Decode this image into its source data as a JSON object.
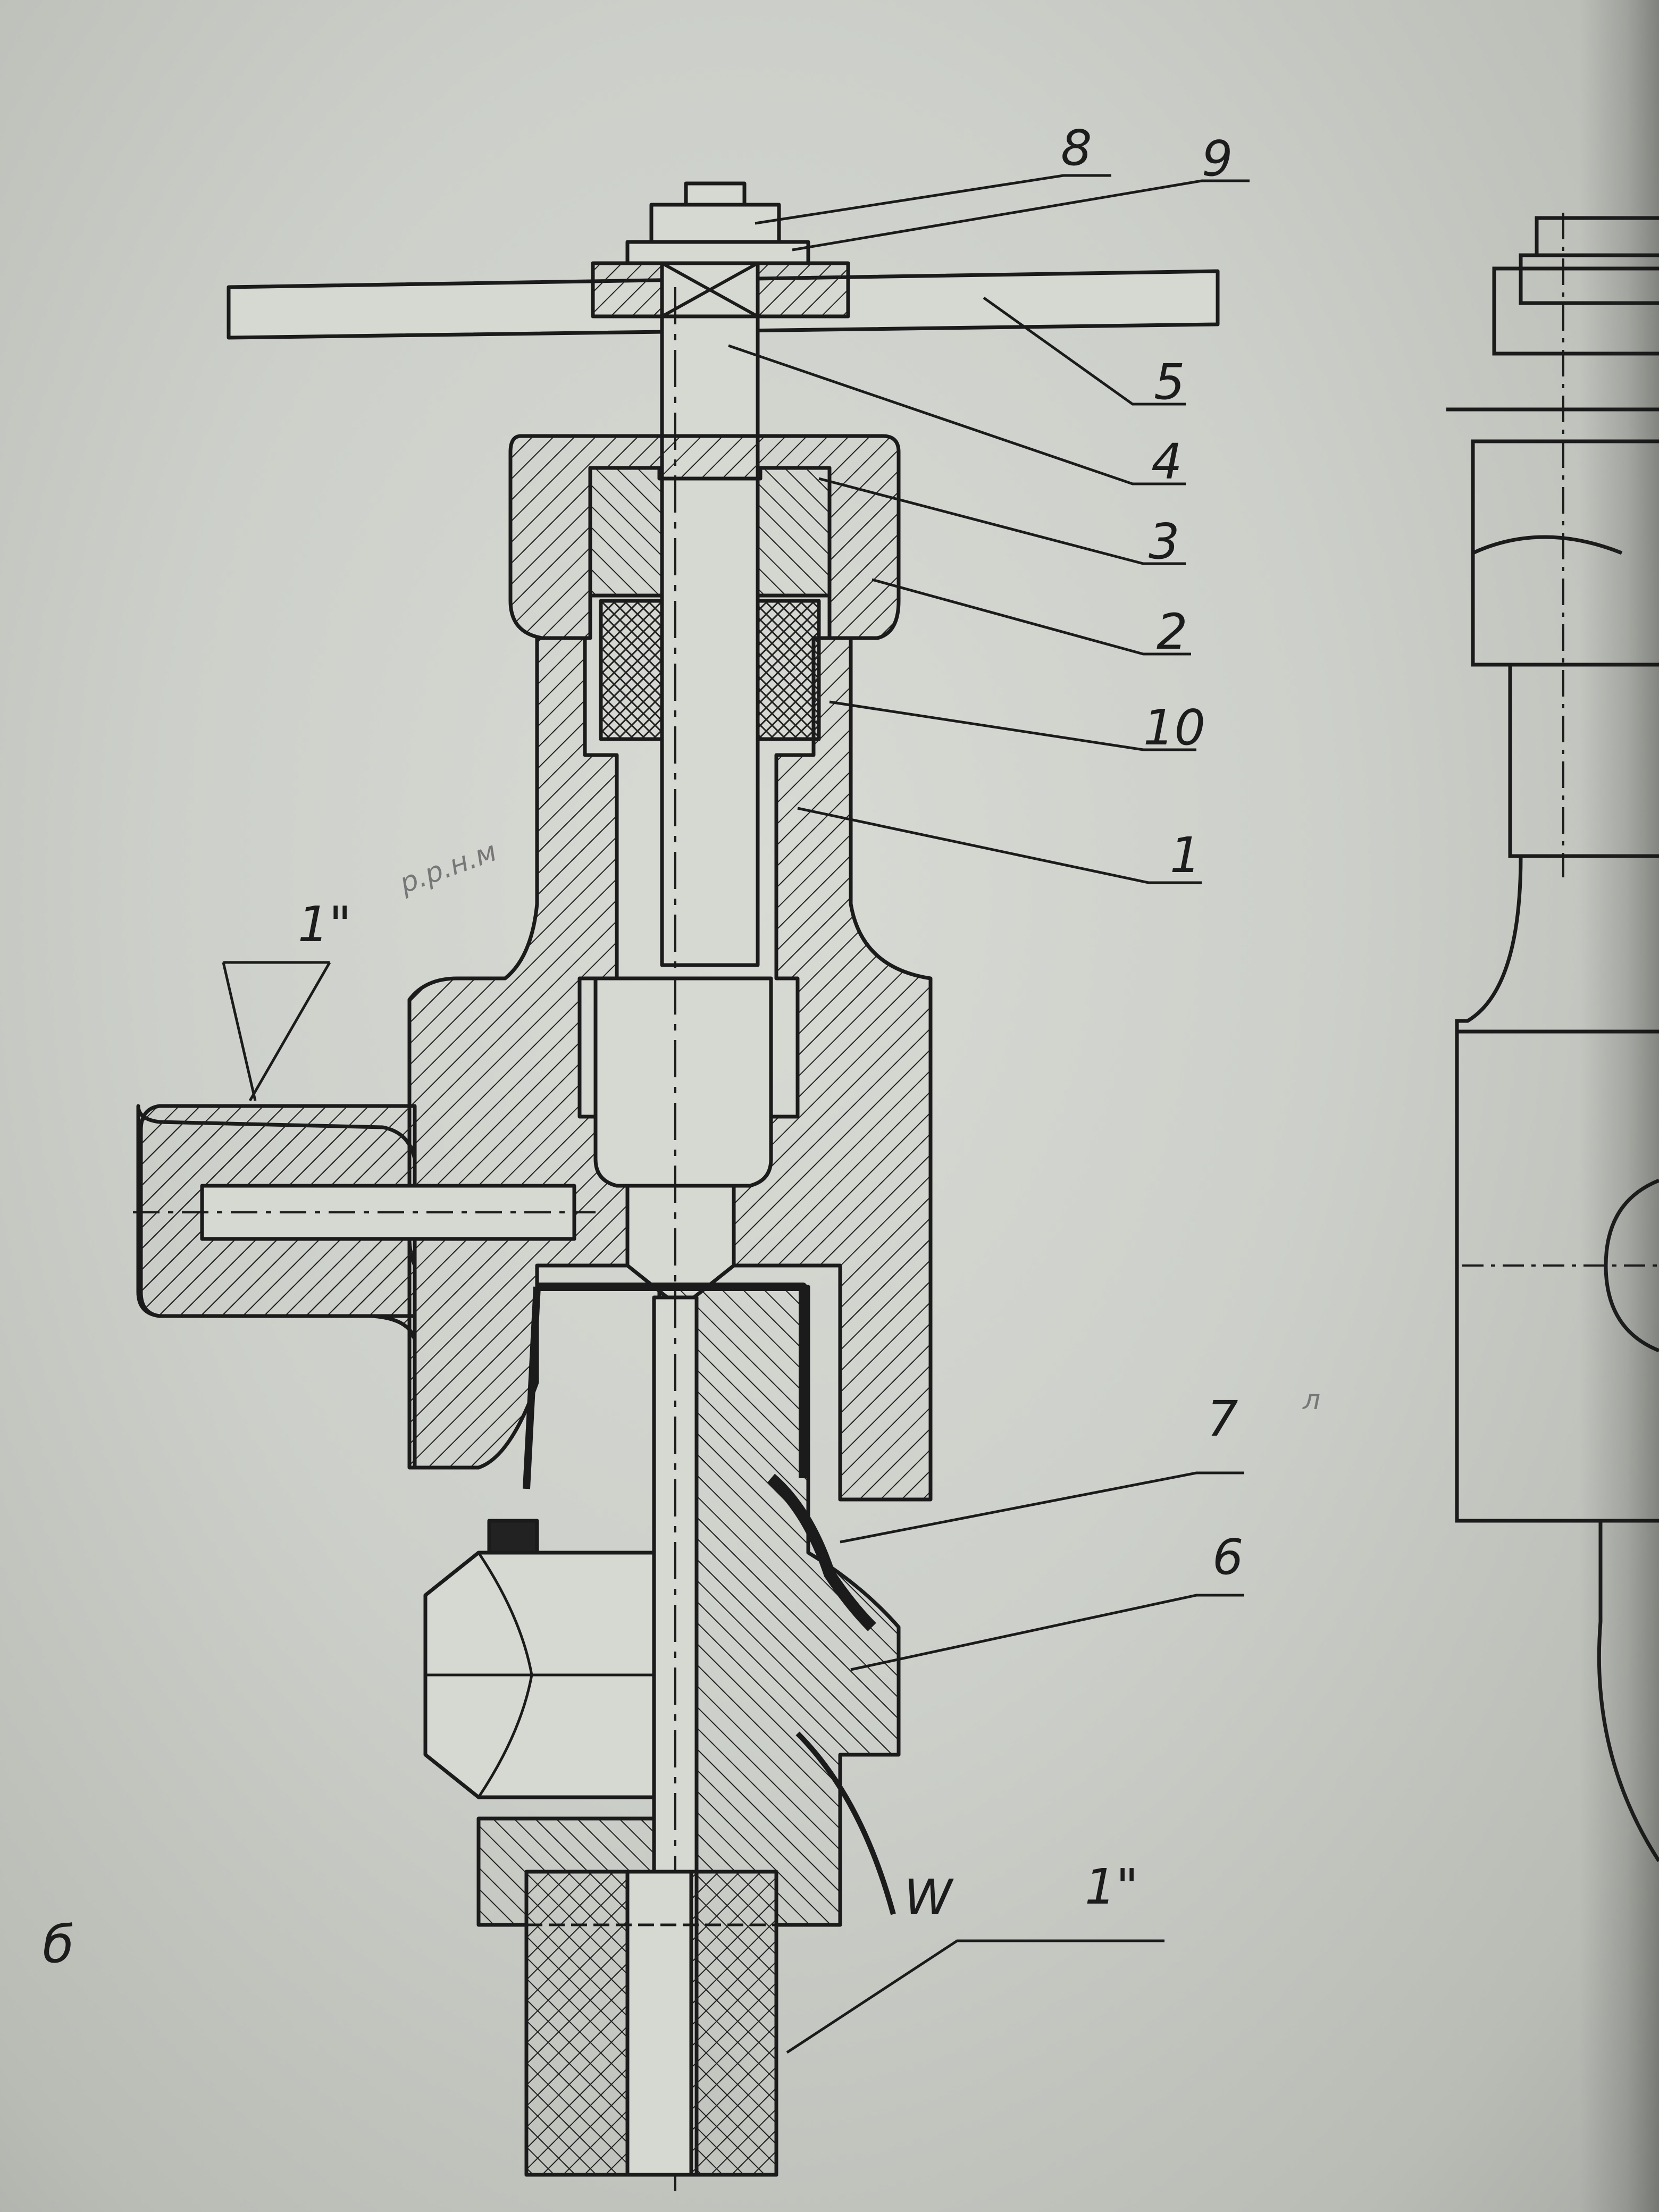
{
  "drawing": {
    "callouts": [
      "8",
      "9",
      "5",
      "4",
      "3",
      "2",
      "10",
      "1",
      "7",
      "6"
    ],
    "dimension_labels": {
      "left_thread": "1\"",
      "bottom_thread": "1\"",
      "weld_mark": "W"
    },
    "margin_mark": "б",
    "pencil_notes": {
      "left": "р.р.н.м",
      "right": "л"
    }
  }
}
